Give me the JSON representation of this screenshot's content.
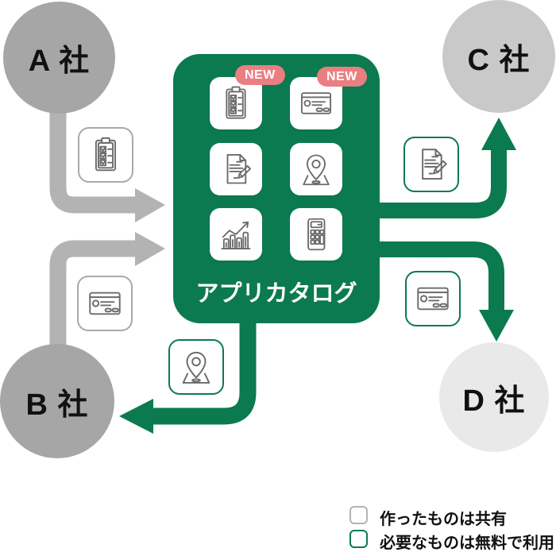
{
  "center": {
    "title": "アプリカタログ",
    "tiles": [
      {
        "icon": "checklist-icon",
        "badge": "NEW"
      },
      {
        "icon": "card-icon",
        "badge": "NEW"
      },
      {
        "icon": "document-edit-icon"
      },
      {
        "icon": "map-pin-icon"
      },
      {
        "icon": "bar-chart-icon"
      },
      {
        "icon": "calculator-icon"
      }
    ]
  },
  "badges": {
    "new": "NEW"
  },
  "companies": [
    {
      "label": "A 社"
    },
    {
      "label": "B 社"
    },
    {
      "label": "C 社"
    },
    {
      "label": "D 社"
    }
  ],
  "flow_icons": [
    {
      "icon": "checklist-icon",
      "style": "shared-gray"
    },
    {
      "icon": "card-icon",
      "style": "shared-gray"
    },
    {
      "icon": "document-edit-icon",
      "style": "free-green"
    },
    {
      "icon": "card-icon",
      "style": "free-green"
    },
    {
      "icon": "map-pin-icon",
      "style": "free-green"
    }
  ],
  "legend": [
    {
      "label": "作ったものは共有",
      "swatch_color": "#b3b3b3"
    },
    {
      "label": "必要なものは無料で利用",
      "swatch_color": "#0b7a50"
    }
  ],
  "colors": {
    "catalog_green": "#0b7a50",
    "arrow_gray": "#b3b3b3",
    "circle_ab_gray": "#a6a6a6",
    "circle_c_gray": "#c9c9c9",
    "circle_d_gray": "#e9e9e9",
    "badge_pink": "#ea7e80",
    "icon_stroke": "#6b6b6b"
  }
}
